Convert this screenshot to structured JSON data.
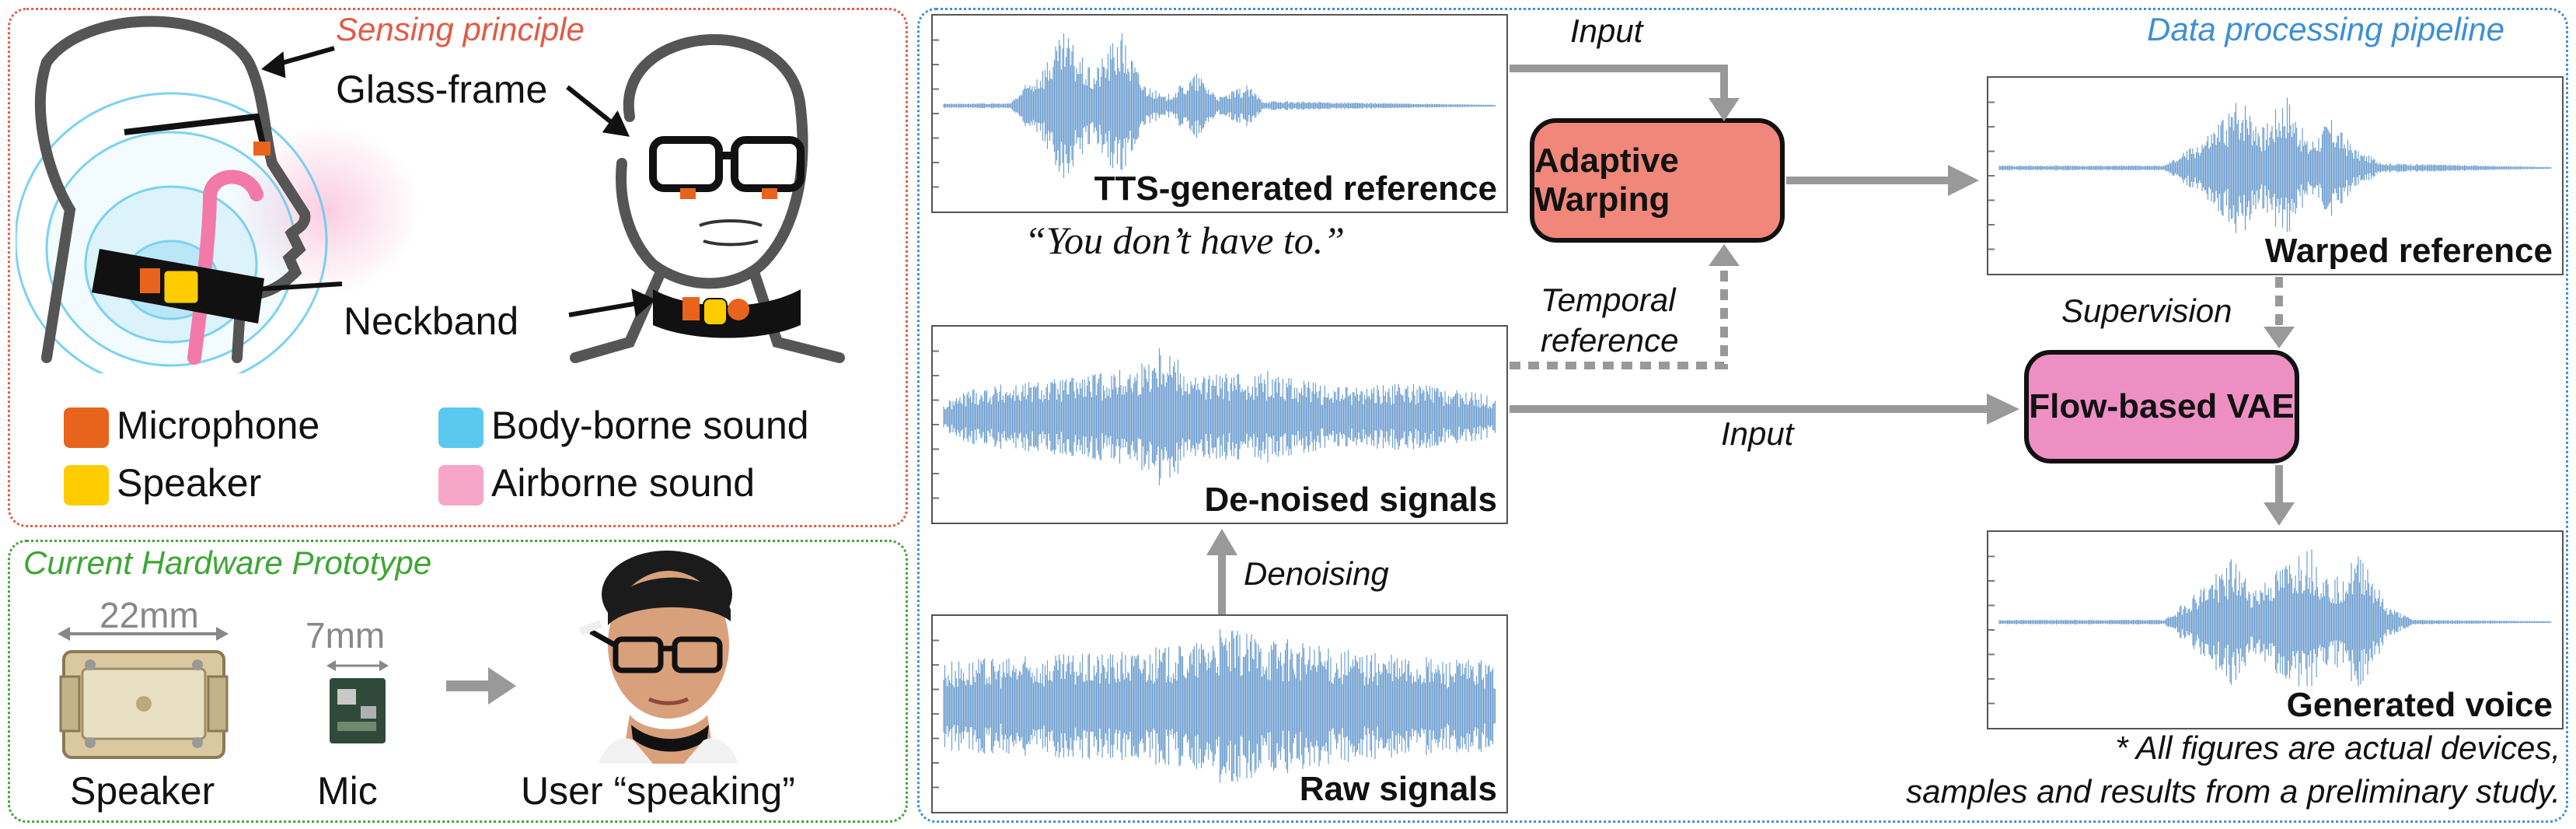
{
  "sensing": {
    "title": "Sensing principle",
    "glass_frame_label": "Glass-frame",
    "neckband_label": "Neckband",
    "legend": [
      {
        "label": "Microphone",
        "color": "#e8641c"
      },
      {
        "label": "Speaker",
        "color": "#ffcc00"
      },
      {
        "label": "Body-borne sound",
        "color": "#5bc8f0"
      },
      {
        "label": "Airborne sound",
        "color": "#f7a6c8"
      }
    ]
  },
  "hardware": {
    "title": "Current Hardware Prototype",
    "speaker_dim": "22mm",
    "mic_dim": "7mm",
    "speaker_label": "Speaker",
    "mic_label": "Mic",
    "user_label": "User “speaking”"
  },
  "pipeline": {
    "title": "Data processing pipeline",
    "tts_label": "TTS-generated reference",
    "quote": "“You don’t have to.”",
    "denoised_label": "De-noised signals",
    "raw_label": "Raw signals",
    "warped_label": "Warped reference",
    "generated_label": "Generated voice",
    "adaptive_warping": "Adaptive Warping",
    "flow_vae": "Flow-based VAE",
    "input_top": "Input",
    "input_mid": "Input",
    "temporal_line1": "Temporal",
    "temporal_line2": "reference",
    "denoising": "Denoising",
    "supervision": "Supervision",
    "footnote_line1": "* All figures are actual devices,",
    "footnote_line2": "samples and results from a preliminary study."
  },
  "colors": {
    "sensing_border": "#e25b45",
    "sensing_title": "#e25b45",
    "hardware_border": "#3fa535",
    "hardware_title": "#3fa535",
    "pipeline_border": "#3d8fd6",
    "pipeline_title": "#3d8fd6",
    "waveform": "#6f9fd0",
    "warping_fill": "#f0877a",
    "vae_fill": "#ee8fc4",
    "arrow": "#999999"
  }
}
